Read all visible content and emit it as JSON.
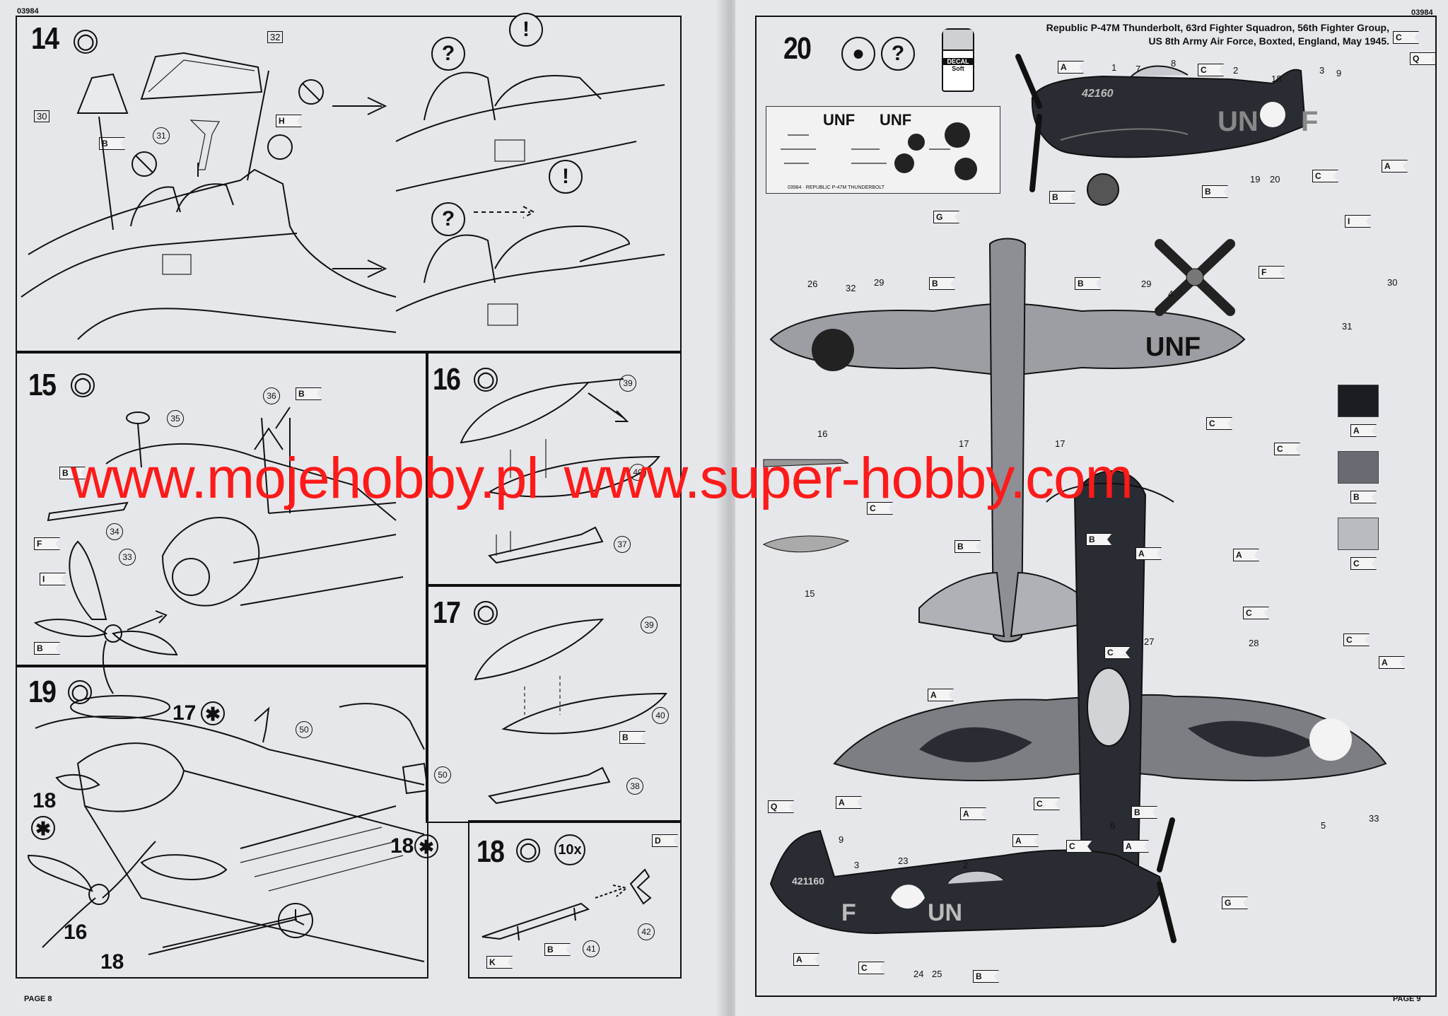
{
  "left_page": {
    "code": "03984",
    "page_label": "PAGE 8",
    "steps": {
      "s14": {
        "label": "14",
        "parts": [
          "32",
          "30",
          "31"
        ],
        "flags": [
          "B",
          "H"
        ]
      },
      "s15": {
        "label": "15",
        "parts": [
          "35",
          "36",
          "34",
          "33"
        ],
        "flags": [
          "B",
          "B",
          "F",
          "I",
          "B"
        ]
      },
      "s16": {
        "label": "16",
        "parts": [
          "39",
          "40",
          "37"
        ]
      },
      "s17": {
        "label": "17",
        "parts": [
          "39",
          "40",
          "38"
        ],
        "flags": [
          "B"
        ]
      },
      "s18": {
        "label": "18",
        "multiplier": "10x",
        "parts": [
          "41",
          "42"
        ],
        "flags": [
          "D",
          "K",
          "B"
        ]
      },
      "s19": {
        "label": "19",
        "callouts": [
          "17",
          "18",
          "18",
          "16",
          "18"
        ],
        "parts": [
          "50",
          "50"
        ]
      }
    }
  },
  "right_page": {
    "code": "03984",
    "page_label": "PAGE 9",
    "step20": {
      "label": "20"
    },
    "title_lines": [
      "Republic P-47M Thunderbolt, 63rd Fighter Squadron, 56th Fighter Group,",
      "US 8th Army Air Force, Boxted, England, May 1945."
    ],
    "decal_icon": {
      "line1": "DECAL",
      "line2": "Soft"
    },
    "decal_sheet": {
      "markings": [
        "UNF",
        "UNF"
      ],
      "caption": "03984  ·  REPUBLIC P-47M THUNDERBOLT"
    },
    "aircraft_markings": {
      "code": "UNF",
      "code_side_1": "UN",
      "code_side_2": "F",
      "fuselage_serial": "42160",
      "fin_serial": "421160"
    },
    "side_view_numbers": [
      "1",
      "7",
      "8",
      "2",
      "3",
      "9",
      "18",
      "19",
      "20"
    ],
    "top_view_numbers": [
      "26",
      "32",
      "29",
      "29",
      "4",
      "17",
      "17",
      "16",
      "15"
    ],
    "bottom_view_numbers": [
      "27",
      "28",
      "6",
      "5",
      "33"
    ],
    "lower_side_numbers": [
      "9",
      "3",
      "23",
      "2",
      "24",
      "25"
    ],
    "prop_numbers": [
      "30",
      "31"
    ],
    "flags": [
      "A",
      "C",
      "Q",
      "C",
      "A",
      "C",
      "B",
      "B",
      "G",
      "B",
      "B",
      "I",
      "F",
      "C",
      "C",
      "B",
      "A",
      "A",
      "B",
      "C",
      "C",
      "C",
      "A",
      "C",
      "A",
      "A",
      "C",
      "B",
      "Q",
      "A",
      "A",
      "C",
      "A",
      "C",
      "B",
      "G",
      "A"
    ],
    "color_swatches": [
      {
        "flag": "A",
        "color": "#1b1d22"
      },
      {
        "flag": "B",
        "color": "#6a6b72"
      },
      {
        "flag": "C",
        "color": "#b9bbc0"
      }
    ]
  },
  "watermark": {
    "text_1": "www.mojehobby.pl",
    "text_2": "www.super-hobby.com",
    "color": "#ff1a1a"
  }
}
